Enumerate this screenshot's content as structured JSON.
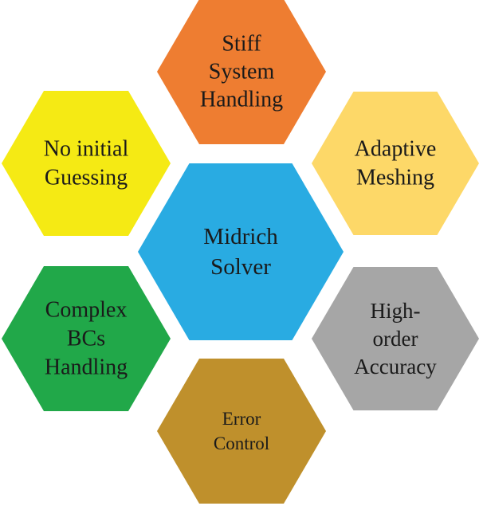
{
  "center": {
    "lines": [
      "Midrich",
      "Solver"
    ],
    "fill": "#29abe2",
    "text_color": "#1a1a1a"
  },
  "petals": [
    {
      "id": "stiff",
      "lines": [
        "Stiff",
        "System",
        "Handling"
      ],
      "fill": "#ee7d31",
      "text_color": "#1a1a1a"
    },
    {
      "id": "adaptive",
      "lines": [
        "Adaptive",
        "Meshing"
      ],
      "fill": "#fdd868",
      "text_color": "#1a1a1a"
    },
    {
      "id": "high-order",
      "lines": [
        "High-",
        "order",
        "Accuracy"
      ],
      "fill": "#a6a6a6",
      "text_color": "#1a1a1a"
    },
    {
      "id": "error",
      "lines": [
        "Error",
        "Control"
      ],
      "fill": "#bf902c",
      "text_color": "#1a1a1a"
    },
    {
      "id": "complex",
      "lines": [
        "Complex",
        "BCs",
        "Handling"
      ],
      "fill": "#21a849",
      "text_color": "#1a1a1a"
    },
    {
      "id": "no-initial",
      "lines": [
        "No initial",
        "Guessing"
      ],
      "fill": "#f5ea14",
      "text_color": "#1a1a1a"
    }
  ]
}
